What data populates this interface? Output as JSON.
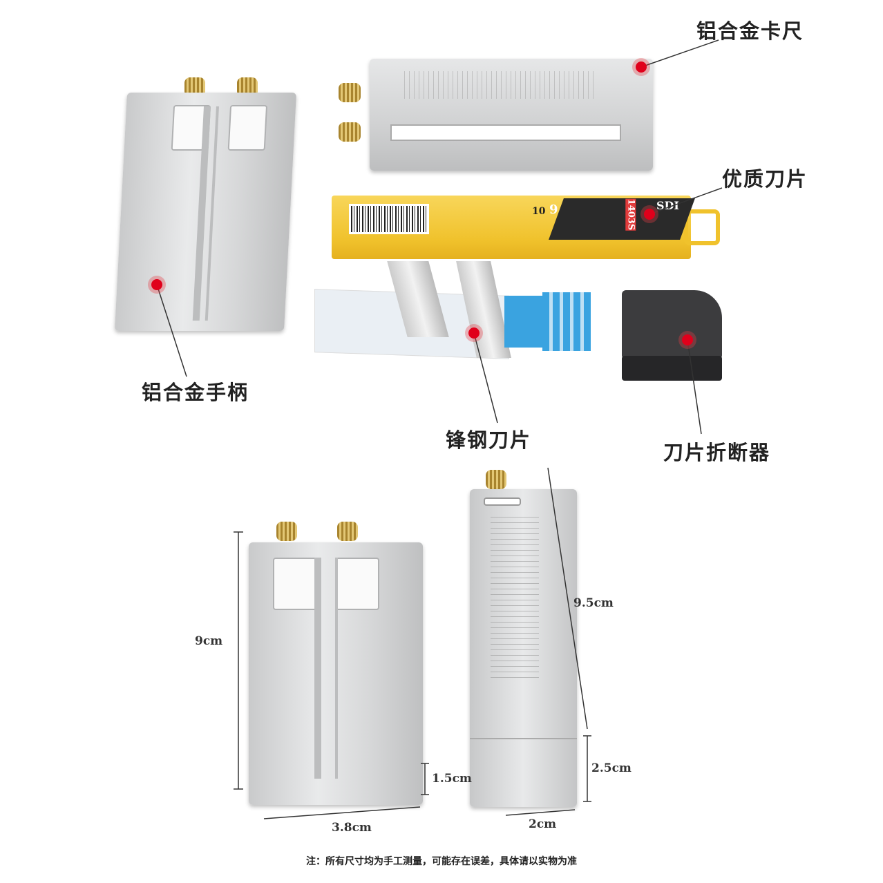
{
  "labels": {
    "caliper": "铝合金卡尺",
    "quality_blade": "优质刀片",
    "handle": "铝合金手柄",
    "steel_blade": "锋钢刀片",
    "breaker": "刀片折断器"
  },
  "blade_box": {
    "brand": "SDI",
    "model": "1403S",
    "size": "9",
    "count": "10"
  },
  "dimensions": {
    "handle_length": "9cm",
    "handle_thickness": "1.5cm",
    "handle_width": "3.8cm",
    "caliper_length": "9.5cm",
    "caliper_thickness": "2.5cm",
    "caliper_width": "2cm"
  },
  "note": "注：所有尺寸均为手工测量，可能存在误差，具体请以实物为准",
  "colors": {
    "marker": "#e0001b",
    "blade_box": "#f4c93a",
    "cap": "#3aa3e0"
  }
}
